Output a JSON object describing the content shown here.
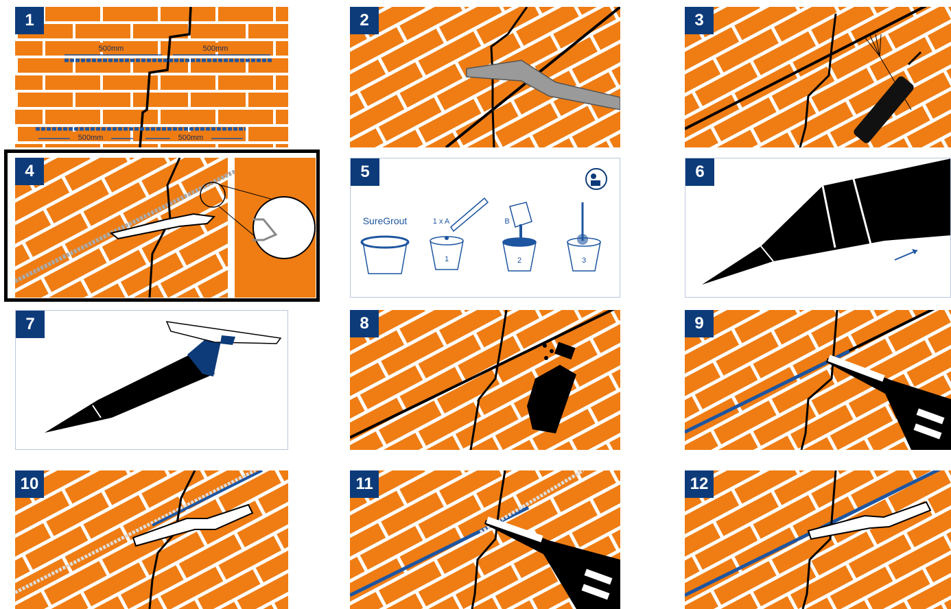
{
  "colors": {
    "brick": "#ef7d14",
    "mortar": "#ffffff",
    "navy": "#0d3b7a",
    "blue": "#1e55a0",
    "crack": "#000000"
  },
  "panels": [
    {
      "num": "1"
    },
    {
      "num": "2"
    },
    {
      "num": "3"
    },
    {
      "num": "4"
    },
    {
      "num": "5"
    },
    {
      "num": "6"
    },
    {
      "num": "7"
    },
    {
      "num": "8"
    },
    {
      "num": "9"
    },
    {
      "num": "10"
    },
    {
      "num": "11"
    },
    {
      "num": "12"
    }
  ],
  "step1": {
    "dim_top_left": "500mm",
    "dim_top_right": "500mm",
    "dim_bottom_left": "500mm",
    "dim_bottom_right": "500mm"
  },
  "step5": {
    "product": "SureGrout",
    "label_a": "1 x A",
    "label_b": "B",
    "bucket_1": "1",
    "bucket_2": "2",
    "bucket_3": "3"
  }
}
